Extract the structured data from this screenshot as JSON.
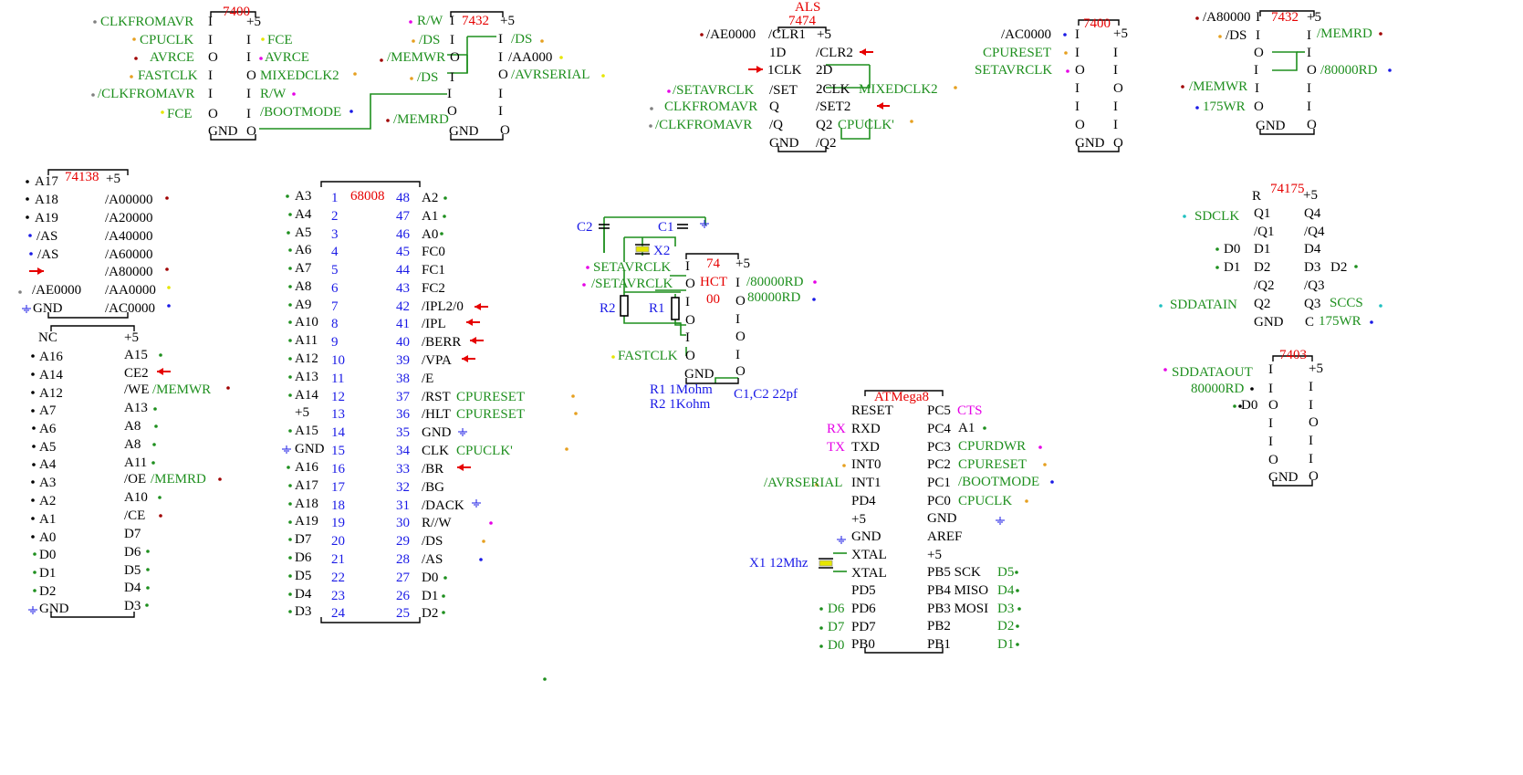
{
  "colors": {
    "ink": "#000000",
    "net": "#1e8f1e",
    "pin_number": "#1a1ae6",
    "chip": "#e60000",
    "arrow": "#e60000",
    "pink": "#e600e6",
    "orange": "#e6a020",
    "blue": "#1a1ae6",
    "purple": "#8000ff",
    "yellow": "#e6e600",
    "cyan": "#20c0c0",
    "gray": "#808080",
    "darkred": "#a00000",
    "crystal": "#e6e600"
  },
  "icons": {
    "ground": "ground-icon",
    "arrow": "arrow-right-icon",
    "dot": "net-dot-icon",
    "capacitor": "capacitor-icon",
    "resistor": "resistor-icon",
    "crystal": "crystal-icon"
  },
  "labels": [
    {
      "t": "7400",
      "c": "chip"
    },
    {
      "t": "CLKFROMAVR",
      "c": "net"
    },
    {
      "t": "I",
      "c": "ink"
    },
    {
      "t": "+5",
      "c": "ink"
    },
    {
      "t": "CPUCLK",
      "c": "net"
    },
    {
      "t": "I",
      "c": "ink"
    },
    {
      "t": "I",
      "c": "ink"
    },
    {
      "t": "FCE",
      "c": "net"
    },
    {
      "t": "AVRCE",
      "c": "net"
    },
    {
      "t": "O",
      "c": "ink"
    },
    {
      "t": "I",
      "c": "ink"
    },
    {
      "t": "AVRCE",
      "c": "net"
    },
    {
      "t": "FASTCLK",
      "c": "net"
    },
    {
      "t": "I",
      "c": "ink"
    },
    {
      "t": "O",
      "c": "ink"
    },
    {
      "t": "MIXEDCLK2",
      "c": "net"
    },
    {
      "t": "/CLKFROMAVR",
      "c": "net"
    },
    {
      "t": "I",
      "c": "ink"
    },
    {
      "t": "I",
      "c": "ink"
    },
    {
      "t": "R/W",
      "c": "net"
    },
    {
      "t": "FCE",
      "c": "net"
    },
    {
      "t": "O",
      "c": "ink"
    },
    {
      "t": "I",
      "c": "ink"
    },
    {
      "t": "/BOOTMODE",
      "c": "net"
    },
    {
      "t": "GND",
      "c": "ink"
    },
    {
      "t": "O",
      "c": "ink"
    },
    {
      "t": "R/W",
      "c": "net"
    },
    {
      "t": "I",
      "c": "ink"
    },
    {
      "t": "7432",
      "c": "chip"
    },
    {
      "t": "+5",
      "c": "ink"
    },
    {
      "t": "/DS",
      "c": "net"
    },
    {
      "t": "I",
      "c": "ink"
    },
    {
      "t": "I",
      "c": "ink"
    },
    {
      "t": "/DS",
      "c": "net"
    },
    {
      "t": "/MEMWR",
      "c": "net"
    },
    {
      "t": "O",
      "c": "ink"
    },
    {
      "t": "I",
      "c": "ink"
    },
    {
      "t": "/AA000",
      "c": "ink"
    },
    {
      "t": "/DS",
      "c": "net"
    },
    {
      "t": "I",
      "c": "ink"
    },
    {
      "t": "O",
      "c": "ink"
    },
    {
      "t": "/AVRSERIAL",
      "c": "net"
    },
    {
      "t": "I",
      "c": "ink"
    },
    {
      "t": "I",
      "c": "ink"
    },
    {
      "t": "/MEMRD",
      "c": "net"
    },
    {
      "t": "O",
      "c": "ink"
    },
    {
      "t": "I",
      "c": "ink"
    },
    {
      "t": "GND",
      "c": "ink"
    },
    {
      "t": "O",
      "c": "ink"
    },
    {
      "t": "ALS",
      "c": "chip"
    },
    {
      "t": "7474",
      "c": "chip"
    },
    {
      "t": "/AE0000",
      "c": "ink"
    },
    {
      "t": "/CLR1",
      "c": "ink"
    },
    {
      "t": "+5",
      "c": "ink"
    },
    {
      "t": "1D",
      "c": "ink"
    },
    {
      "t": "/CLR2",
      "c": "ink"
    },
    {
      "t": "1CLK",
      "c": "ink"
    },
    {
      "t": "2D",
      "c": "ink"
    },
    {
      "t": "/SETAVRCLK",
      "c": "net"
    },
    {
      "t": "/SET",
      "c": "ink"
    },
    {
      "t": "2CLK",
      "c": "ink"
    },
    {
      "t": "MIXEDCLK2",
      "c": "net"
    },
    {
      "t": "CLKFROMAVR",
      "c": "net"
    },
    {
      "t": "Q",
      "c": "ink"
    },
    {
      "t": "/SET2",
      "c": "ink"
    },
    {
      "t": "/CLKFROMAVR",
      "c": "net"
    },
    {
      "t": "/Q",
      "c": "ink"
    },
    {
      "t": "Q2",
      "c": "ink"
    },
    {
      "t": "CPUCLK'",
      "c": "net"
    },
    {
      "t": "GND",
      "c": "ink"
    },
    {
      "t": "/Q2",
      "c": "ink"
    },
    {
      "t": "/AC0000",
      "c": "ink"
    },
    {
      "t": "I",
      "c": "ink"
    },
    {
      "t": "7400",
      "c": "chip"
    },
    {
      "t": "+5",
      "c": "ink"
    },
    {
      "t": "CPURESET",
      "c": "net"
    },
    {
      "t": "I",
      "c": "ink"
    },
    {
      "t": "I",
      "c": "ink"
    },
    {
      "t": "SETAVRCLK",
      "c": "net"
    },
    {
      "t": "O",
      "c": "ink"
    },
    {
      "t": "I",
      "c": "ink"
    },
    {
      "t": "I",
      "c": "ink"
    },
    {
      "t": "O",
      "c": "ink"
    },
    {
      "t": "I",
      "c": "ink"
    },
    {
      "t": "I",
      "c": "ink"
    },
    {
      "t": "O",
      "c": "ink"
    },
    {
      "t": "I",
      "c": "ink"
    },
    {
      "t": "GND",
      "c": "ink"
    },
    {
      "t": "O",
      "c": "ink"
    },
    {
      "t": "/A80000",
      "c": "ink"
    },
    {
      "t": "I",
      "c": "ink"
    },
    {
      "t": "7432",
      "c": "chip"
    },
    {
      "t": "+5",
      "c": "ink"
    },
    {
      "t": "/DS",
      "c": "ink"
    },
    {
      "t": "I",
      "c": "ink"
    },
    {
      "t": "I",
      "c": "ink"
    },
    {
      "t": "/MEMRD",
      "c": "net"
    },
    {
      "t": "O",
      "c": "ink"
    },
    {
      "t": "I",
      "c": "ink"
    },
    {
      "t": "I",
      "c": "ink"
    },
    {
      "t": "O",
      "c": "ink"
    },
    {
      "t": "/80000RD",
      "c": "net"
    },
    {
      "t": "/MEMWR",
      "c": "net"
    },
    {
      "t": "I",
      "c": "ink"
    },
    {
      "t": "I",
      "c": "ink"
    },
    {
      "t": "175WR",
      "c": "net"
    },
    {
      "t": "O",
      "c": "ink"
    },
    {
      "t": "I",
      "c": "ink"
    },
    {
      "t": "GND",
      "c": "ink"
    },
    {
      "t": "O",
      "c": "ink"
    },
    {
      "t": "A17",
      "c": "ink"
    },
    {
      "t": "74138",
      "c": "chip"
    },
    {
      "t": "+5",
      "c": "ink"
    },
    {
      "t": "A18",
      "c": "ink"
    },
    {
      "t": "/A00000",
      "c": "ink"
    },
    {
      "t": "A19",
      "c": "ink"
    },
    {
      "t": "/A20000",
      "c": "ink"
    },
    {
      "t": "/AS",
      "c": "ink"
    },
    {
      "t": "/A40000",
      "c": "ink"
    },
    {
      "t": "/AS",
      "c": "ink"
    },
    {
      "t": "/A60000",
      "c": "ink"
    },
    {
      "t": "/A80000",
      "c": "ink"
    },
    {
      "t": "/AE0000",
      "c": "ink"
    },
    {
      "t": "/AA0000",
      "c": "ink"
    },
    {
      "t": "GND",
      "c": "ink"
    },
    {
      "t": "/AC0000",
      "c": "ink"
    },
    {
      "t": "NC",
      "c": "ink"
    },
    {
      "t": "+5",
      "c": "ink"
    },
    {
      "t": "A16",
      "c": "ink"
    },
    {
      "t": "A15",
      "c": "ink"
    },
    {
      "t": "A14",
      "c": "ink"
    },
    {
      "t": "CE2",
      "c": "ink"
    },
    {
      "t": "A12",
      "c": "ink"
    },
    {
      "t": "/WE",
      "c": "ink"
    },
    {
      "t": "/MEMWR",
      "c": "net"
    },
    {
      "t": "A7",
      "c": "ink"
    },
    {
      "t": "A13",
      "c": "ink"
    },
    {
      "t": "A6",
      "c": "ink"
    },
    {
      "t": "A8",
      "c": "ink"
    },
    {
      "t": "A5",
      "c": "ink"
    },
    {
      "t": "A8",
      "c": "ink"
    },
    {
      "t": "A4",
      "c": "ink"
    },
    {
      "t": "A11",
      "c": "ink"
    },
    {
      "t": "A3",
      "c": "ink"
    },
    {
      "t": "/OE",
      "c": "ink"
    },
    {
      "t": "/MEMRD",
      "c": "net"
    },
    {
      "t": "A2",
      "c": "ink"
    },
    {
      "t": "A10",
      "c": "ink"
    },
    {
      "t": "A1",
      "c": "ink"
    },
    {
      "t": "/CE",
      "c": "ink"
    },
    {
      "t": "A0",
      "c": "ink"
    },
    {
      "t": "D7",
      "c": "ink"
    },
    {
      "t": "D0",
      "c": "ink"
    },
    {
      "t": "D6",
      "c": "ink"
    },
    {
      "t": "D1",
      "c": "ink"
    },
    {
      "t": "D5",
      "c": "ink"
    },
    {
      "t": "D2",
      "c": "ink"
    },
    {
      "t": "D4",
      "c": "ink"
    },
    {
      "t": "GND",
      "c": "ink"
    },
    {
      "t": "D3",
      "c": "ink"
    },
    {
      "t": "68008",
      "c": "chip"
    },
    {
      "t": "A3",
      "c": "ink"
    },
    {
      "t": "1",
      "c": "pin_number"
    },
    {
      "t": "48",
      "c": "pin_number"
    },
    {
      "t": "A2",
      "c": "ink"
    },
    {
      "t": "A4",
      "c": "ink"
    },
    {
      "t": "2",
      "c": "pin_number"
    },
    {
      "t": "47",
      "c": "pin_number"
    },
    {
      "t": "A1",
      "c": "ink"
    },
    {
      "t": "A5",
      "c": "ink"
    },
    {
      "t": "3",
      "c": "pin_number"
    },
    {
      "t": "46",
      "c": "pin_number"
    },
    {
      "t": "A0",
      "c": "ink"
    },
    {
      "t": "A6",
      "c": "ink"
    },
    {
      "t": "4",
      "c": "pin_number"
    },
    {
      "t": "45",
      "c": "pin_number"
    },
    {
      "t": "FC0",
      "c": "ink"
    },
    {
      "t": "A7",
      "c": "ink"
    },
    {
      "t": "5",
      "c": "pin_number"
    },
    {
      "t": "44",
      "c": "pin_number"
    },
    {
      "t": "FC1",
      "c": "ink"
    },
    {
      "t": "A8",
      "c": "ink"
    },
    {
      "t": "6",
      "c": "pin_number"
    },
    {
      "t": "43",
      "c": "pin_number"
    },
    {
      "t": "FC2",
      "c": "ink"
    },
    {
      "t": "A9",
      "c": "ink"
    },
    {
      "t": "7",
      "c": "pin_number"
    },
    {
      "t": "42",
      "c": "pin_number"
    },
    {
      "t": "/IPL2/0",
      "c": "ink"
    },
    {
      "t": "A10",
      "c": "ink"
    },
    {
      "t": "8",
      "c": "pin_number"
    },
    {
      "t": "41",
      "c": "pin_number"
    },
    {
      "t": "/IPL",
      "c": "ink"
    },
    {
      "t": "A11",
      "c": "ink"
    },
    {
      "t": "9",
      "c": "pin_number"
    },
    {
      "t": "40",
      "c": "pin_number"
    },
    {
      "t": "/BERR",
      "c": "ink"
    },
    {
      "t": "A12",
      "c": "ink"
    },
    {
      "t": "10",
      "c": "pin_number"
    },
    {
      "t": "39",
      "c": "pin_number"
    },
    {
      "t": "/VPA",
      "c": "ink"
    },
    {
      "t": "A13",
      "c": "ink"
    },
    {
      "t": "11",
      "c": "pin_number"
    },
    {
      "t": "38",
      "c": "pin_number"
    },
    {
      "t": "/E",
      "c": "ink"
    },
    {
      "t": "A14",
      "c": "ink"
    },
    {
      "t": "12",
      "c": "pin_number"
    },
    {
      "t": "37",
      "c": "pin_number"
    },
    {
      "t": "/RST",
      "c": "ink"
    },
    {
      "t": "CPURESET",
      "c": "net"
    },
    {
      "t": "+5",
      "c": "ink"
    },
    {
      "t": "13",
      "c": "pin_number"
    },
    {
      "t": "36",
      "c": "pin_number"
    },
    {
      "t": "/HLT",
      "c": "ink"
    },
    {
      "t": "CPURESET",
      "c": "net"
    },
    {
      "t": "A15",
      "c": "ink"
    },
    {
      "t": "14",
      "c": "pin_number"
    },
    {
      "t": "35",
      "c": "pin_number"
    },
    {
      "t": "GND",
      "c": "ink"
    },
    {
      "t": "GND",
      "c": "ink"
    },
    {
      "t": "15",
      "c": "pin_number"
    },
    {
      "t": "34",
      "c": "pin_number"
    },
    {
      "t": "CLK",
      "c": "ink"
    },
    {
      "t": "CPUCLK'",
      "c": "net"
    },
    {
      "t": "A16",
      "c": "ink"
    },
    {
      "t": "16",
      "c": "pin_number"
    },
    {
      "t": "33",
      "c": "pin_number"
    },
    {
      "t": "/BR",
      "c": "ink"
    },
    {
      "t": "A17",
      "c": "ink"
    },
    {
      "t": "17",
      "c": "pin_number"
    },
    {
      "t": "32",
      "c": "pin_number"
    },
    {
      "t": "/BG",
      "c": "ink"
    },
    {
      "t": "A18",
      "c": "ink"
    },
    {
      "t": "18",
      "c": "pin_number"
    },
    {
      "t": "31",
      "c": "pin_number"
    },
    {
      "t": "/DACK",
      "c": "ink"
    },
    {
      "t": "A19",
      "c": "ink"
    },
    {
      "t": "19",
      "c": "pin_number"
    },
    {
      "t": "30",
      "c": "pin_number"
    },
    {
      "t": "R//W",
      "c": "ink"
    },
    {
      "t": "D7",
      "c": "ink"
    },
    {
      "t": "20",
      "c": "pin_number"
    },
    {
      "t": "29",
      "c": "pin_number"
    },
    {
      "t": "/DS",
      "c": "ink"
    },
    {
      "t": "D6",
      "c": "ink"
    },
    {
      "t": "21",
      "c": "pin_number"
    },
    {
      "t": "28",
      "c": "pin_number"
    },
    {
      "t": "/AS",
      "c": "ink"
    },
    {
      "t": "D5",
      "c": "ink"
    },
    {
      "t": "22",
      "c": "pin_number"
    },
    {
      "t": "27",
      "c": "pin_number"
    },
    {
      "t": "D0",
      "c": "ink"
    },
    {
      "t": "D4",
      "c": "ink"
    },
    {
      "t": "23",
      "c": "pin_number"
    },
    {
      "t": "26",
      "c": "pin_number"
    },
    {
      "t": "D1",
      "c": "ink"
    },
    {
      "t": "D3",
      "c": "ink"
    },
    {
      "t": "24",
      "c": "pin_number"
    },
    {
      "t": "25",
      "c": "pin_number"
    },
    {
      "t": "D2",
      "c": "ink"
    },
    {
      "t": "C2",
      "c": "blue"
    },
    {
      "t": "C1",
      "c": "blue"
    },
    {
      "t": "X2",
      "c": "blue"
    },
    {
      "t": "SETAVRCLK",
      "c": "net"
    },
    {
      "t": "I",
      "c": "ink"
    },
    {
      "t": "74",
      "c": "chip"
    },
    {
      "t": "+5",
      "c": "ink"
    },
    {
      "t": "/SETAVRCLK",
      "c": "net"
    },
    {
      "t": "O",
      "c": "ink"
    },
    {
      "t": "HCT",
      "c": "chip"
    },
    {
      "t": "I",
      "c": "ink"
    },
    {
      "t": "/80000RD",
      "c": "net"
    },
    {
      "t": "I",
      "c": "ink"
    },
    {
      "t": "00",
      "c": "chip"
    },
    {
      "t": "O",
      "c": "ink"
    },
    {
      "t": "80000RD",
      "c": "net"
    },
    {
      "t": "R2",
      "c": "blue"
    },
    {
      "t": "R1",
      "c": "blue"
    },
    {
      "t": "O",
      "c": "ink"
    },
    {
      "t": "I",
      "c": "ink"
    },
    {
      "t": "I",
      "c": "ink"
    },
    {
      "t": "O",
      "c": "ink"
    },
    {
      "t": "FASTCLK",
      "c": "net"
    },
    {
      "t": "O",
      "c": "ink"
    },
    {
      "t": "I",
      "c": "ink"
    },
    {
      "t": "GND",
      "c": "ink"
    },
    {
      "t": "O",
      "c": "ink"
    },
    {
      "t": "R1  1Mohm",
      "c": "blue"
    },
    {
      "t": "C1,C2 22pf",
      "c": "blue"
    },
    {
      "t": "R2  1Kohm",
      "c": "blue"
    },
    {
      "t": "ATMega8",
      "c": "chip"
    },
    {
      "t": "RESET",
      "c": "ink"
    },
    {
      "t": "PC5",
      "c": "ink"
    },
    {
      "t": "CTS",
      "c": "pink"
    },
    {
      "t": "RX",
      "c": "pink"
    },
    {
      "t": "RXD",
      "c": "ink"
    },
    {
      "t": "PC4",
      "c": "ink"
    },
    {
      "t": "A1",
      "c": "ink"
    },
    {
      "t": "TX",
      "c": "pink"
    },
    {
      "t": "TXD",
      "c": "ink"
    },
    {
      "t": "PC3",
      "c": "ink"
    },
    {
      "t": "CPURDWR",
      "c": "net"
    },
    {
      "t": "INT0",
      "c": "ink"
    },
    {
      "t": "PC2",
      "c": "ink"
    },
    {
      "t": "CPURESET",
      "c": "net"
    },
    {
      "t": "/AVRSERIAL",
      "c": "net"
    },
    {
      "t": "INT1",
      "c": "ink"
    },
    {
      "t": "PC1",
      "c": "ink"
    },
    {
      "t": "/BOOTMODE",
      "c": "net"
    },
    {
      "t": "PD4",
      "c": "ink"
    },
    {
      "t": "PC0",
      "c": "ink"
    },
    {
      "t": "CPUCLK",
      "c": "net"
    },
    {
      "t": "+5",
      "c": "ink"
    },
    {
      "t": "GND",
      "c": "ink"
    },
    {
      "t": "GND",
      "c": "ink"
    },
    {
      "t": "AREF",
      "c": "ink"
    },
    {
      "t": "X1 12Mhz",
      "c": "blue"
    },
    {
      "t": "XTAL",
      "c": "ink"
    },
    {
      "t": "+5",
      "c": "ink"
    },
    {
      "t": "XTAL",
      "c": "ink"
    },
    {
      "t": "PB5 SCK",
      "c": "ink"
    },
    {
      "t": "D5",
      "c": "net"
    },
    {
      "t": "PD5",
      "c": "ink"
    },
    {
      "t": "PB4 MISO",
      "c": "ink"
    },
    {
      "t": "D4",
      "c": "net"
    },
    {
      "t": "D6",
      "c": "net"
    },
    {
      "t": "PD6",
      "c": "ink"
    },
    {
      "t": "PB3 MOSI",
      "c": "ink"
    },
    {
      "t": "D3",
      "c": "net"
    },
    {
      "t": "D7",
      "c": "net"
    },
    {
      "t": "PD7",
      "c": "ink"
    },
    {
      "t": "PB2",
      "c": "ink"
    },
    {
      "t": "D2",
      "c": "net"
    },
    {
      "t": "D0",
      "c": "net"
    },
    {
      "t": "PB0",
      "c": "ink"
    },
    {
      "t": "PB1",
      "c": "ink"
    },
    {
      "t": "D1",
      "c": "net"
    },
    {
      "t": "R",
      "c": "ink"
    },
    {
      "t": "74175",
      "c": "chip"
    },
    {
      "t": "+5",
      "c": "ink"
    },
    {
      "t": "SDCLK",
      "c": "net"
    },
    {
      "t": "Q1",
      "c": "ink"
    },
    {
      "t": "Q4",
      "c": "ink"
    },
    {
      "t": "/Q1",
      "c": "ink"
    },
    {
      "t": "/Q4",
      "c": "ink"
    },
    {
      "t": "D0",
      "c": "ink"
    },
    {
      "t": "D1",
      "c": "ink"
    },
    {
      "t": "D4",
      "c": "ink"
    },
    {
      "t": "D1",
      "c": "ink"
    },
    {
      "t": "D2",
      "c": "ink"
    },
    {
      "t": "D3",
      "c": "ink"
    },
    {
      "t": "D2",
      "c": "ink"
    },
    {
      "t": "/Q2",
      "c": "ink"
    },
    {
      "t": "/Q3",
      "c": "ink"
    },
    {
      "t": "SDDATAIN",
      "c": "net"
    },
    {
      "t": "Q2",
      "c": "ink"
    },
    {
      "t": "Q3",
      "c": "ink"
    },
    {
      "t": "SCCS",
      "c": "net"
    },
    {
      "t": "GND",
      "c": "ink"
    },
    {
      "t": "C",
      "c": "ink"
    },
    {
      "t": "175WR",
      "c": "net"
    },
    {
      "t": "7403",
      "c": "chip"
    },
    {
      "t": "SDDATAOUT",
      "c": "net"
    },
    {
      "t": "I",
      "c": "ink"
    },
    {
      "t": "+5",
      "c": "ink"
    },
    {
      "t": "80000RD",
      "c": "net"
    },
    {
      "t": "I",
      "c": "ink"
    },
    {
      "t": "I",
      "c": "ink"
    },
    {
      "t": "D0",
      "c": "ink"
    },
    {
      "t": "O",
      "c": "ink"
    },
    {
      "t": "I",
      "c": "ink"
    },
    {
      "t": "I",
      "c": "ink"
    },
    {
      "t": "O",
      "c": "ink"
    },
    {
      "t": "I",
      "c": "ink"
    },
    {
      "t": "I",
      "c": "ink"
    },
    {
      "t": "O",
      "c": "ink"
    },
    {
      "t": "I",
      "c": "ink"
    },
    {
      "t": "GND",
      "c": "ink"
    },
    {
      "t": "O",
      "c": "ink"
    }
  ]
}
